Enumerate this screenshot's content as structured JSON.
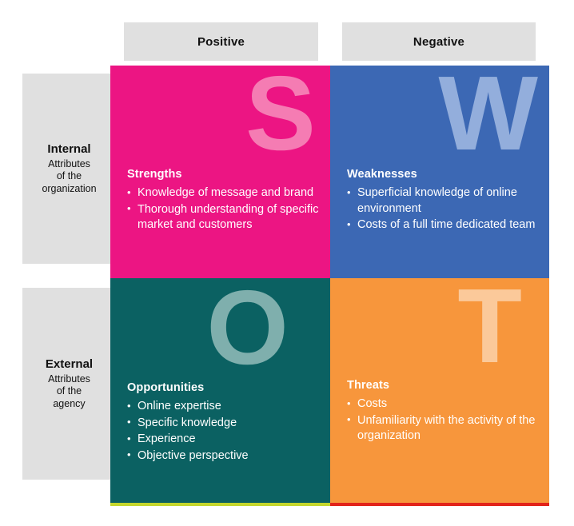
{
  "diagram": {
    "type": "swot-matrix",
    "columns": [
      {
        "id": "positive",
        "label": "Positive"
      },
      {
        "id": "negative",
        "label": "Negative"
      }
    ],
    "rows": [
      {
        "id": "internal",
        "title": "Internal",
        "subtitle_lines": [
          "Attributes",
          "of the",
          "organization"
        ]
      },
      {
        "id": "external",
        "title": "External",
        "subtitle_lines": [
          "Attributes",
          "of the",
          "agency"
        ]
      }
    ],
    "quadrants": {
      "strengths": {
        "letter": "S",
        "title": "Strengths",
        "background_color": "#EC1583",
        "letter_color": "#F57CB3",
        "items": [
          "Knowledge of message and brand",
          "Thorough understanding of specific market and customers"
        ]
      },
      "weaknesses": {
        "letter": "W",
        "title": "Weaknesses",
        "background_color": "#3C68B4",
        "letter_color": "#93AEDC",
        "items": [
          "Superficial knowledge of online environment",
          "Costs of a full time dedicated team"
        ]
      },
      "opportunities": {
        "letter": "O",
        "title": "Opportunities",
        "background_color": "#0B6162",
        "letter_color": "#7FAFAD",
        "accent_color": "#C4D62D",
        "items": [
          "Online expertise",
          "Specific knowledge",
          "Experience",
          "Objective perspective"
        ]
      },
      "threats": {
        "letter": "T",
        "title": "Threats",
        "background_color": "#F7963C",
        "letter_color": "#FBC99A",
        "accent_color": "#E2231A",
        "items": [
          "Costs",
          "Unfamiliarity with the activity of the organization"
        ]
      }
    },
    "chip_color": "#e0e0e0",
    "text_color": "#111111"
  }
}
